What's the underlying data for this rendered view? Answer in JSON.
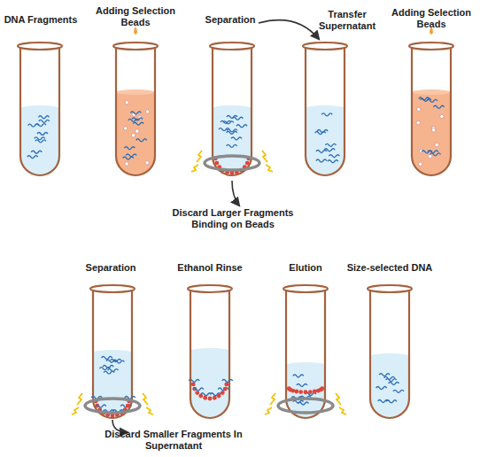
{
  "diagram": {
    "labels": [
      "DNA Fragments",
      "Adding Selection Beads",
      "Separation",
      "Transfer Supernatant",
      "Adding Selection Beads",
      "Discard Larger Fragments Binding on Beads",
      "Separation",
      "Ethanol Rinse",
      "Elution",
      "Size-selected DNA",
      "Discard Smaller Fragments In Supernatant"
    ]
  }
}
